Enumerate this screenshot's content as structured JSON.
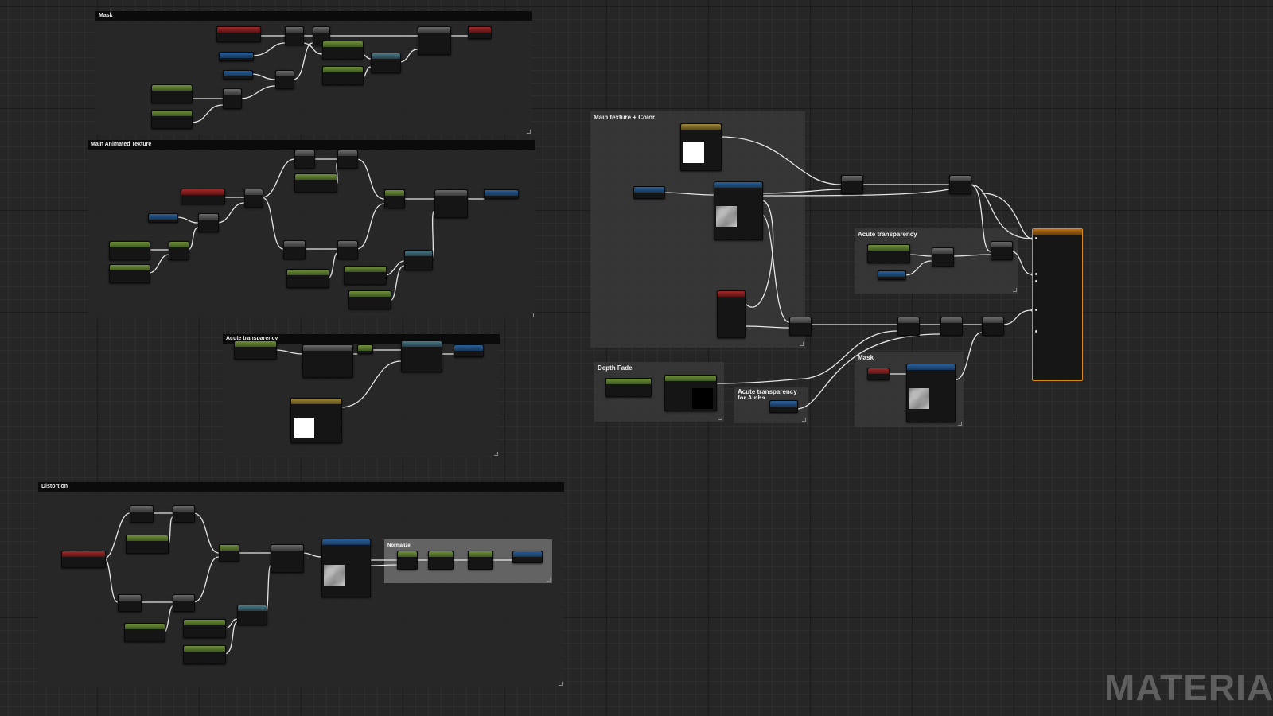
{
  "comments": {
    "mask_top": "Mask",
    "main_animated": "Main Animated Texture",
    "acute_mid": "Acute transparency",
    "distortion": "Distortion",
    "main_color": "Main texture + Color",
    "acute_right": "Acute transparency",
    "depth_fade": "Depth Fade",
    "acute_alpha": "Acute transparency for Alpha",
    "mask_right": "Mask",
    "normalize": "Normalize"
  },
  "watermark": "MATERIAL",
  "colors": {
    "canvas": "#262626",
    "root_border": "#d88a1c",
    "wire": "#e6e6e6"
  }
}
